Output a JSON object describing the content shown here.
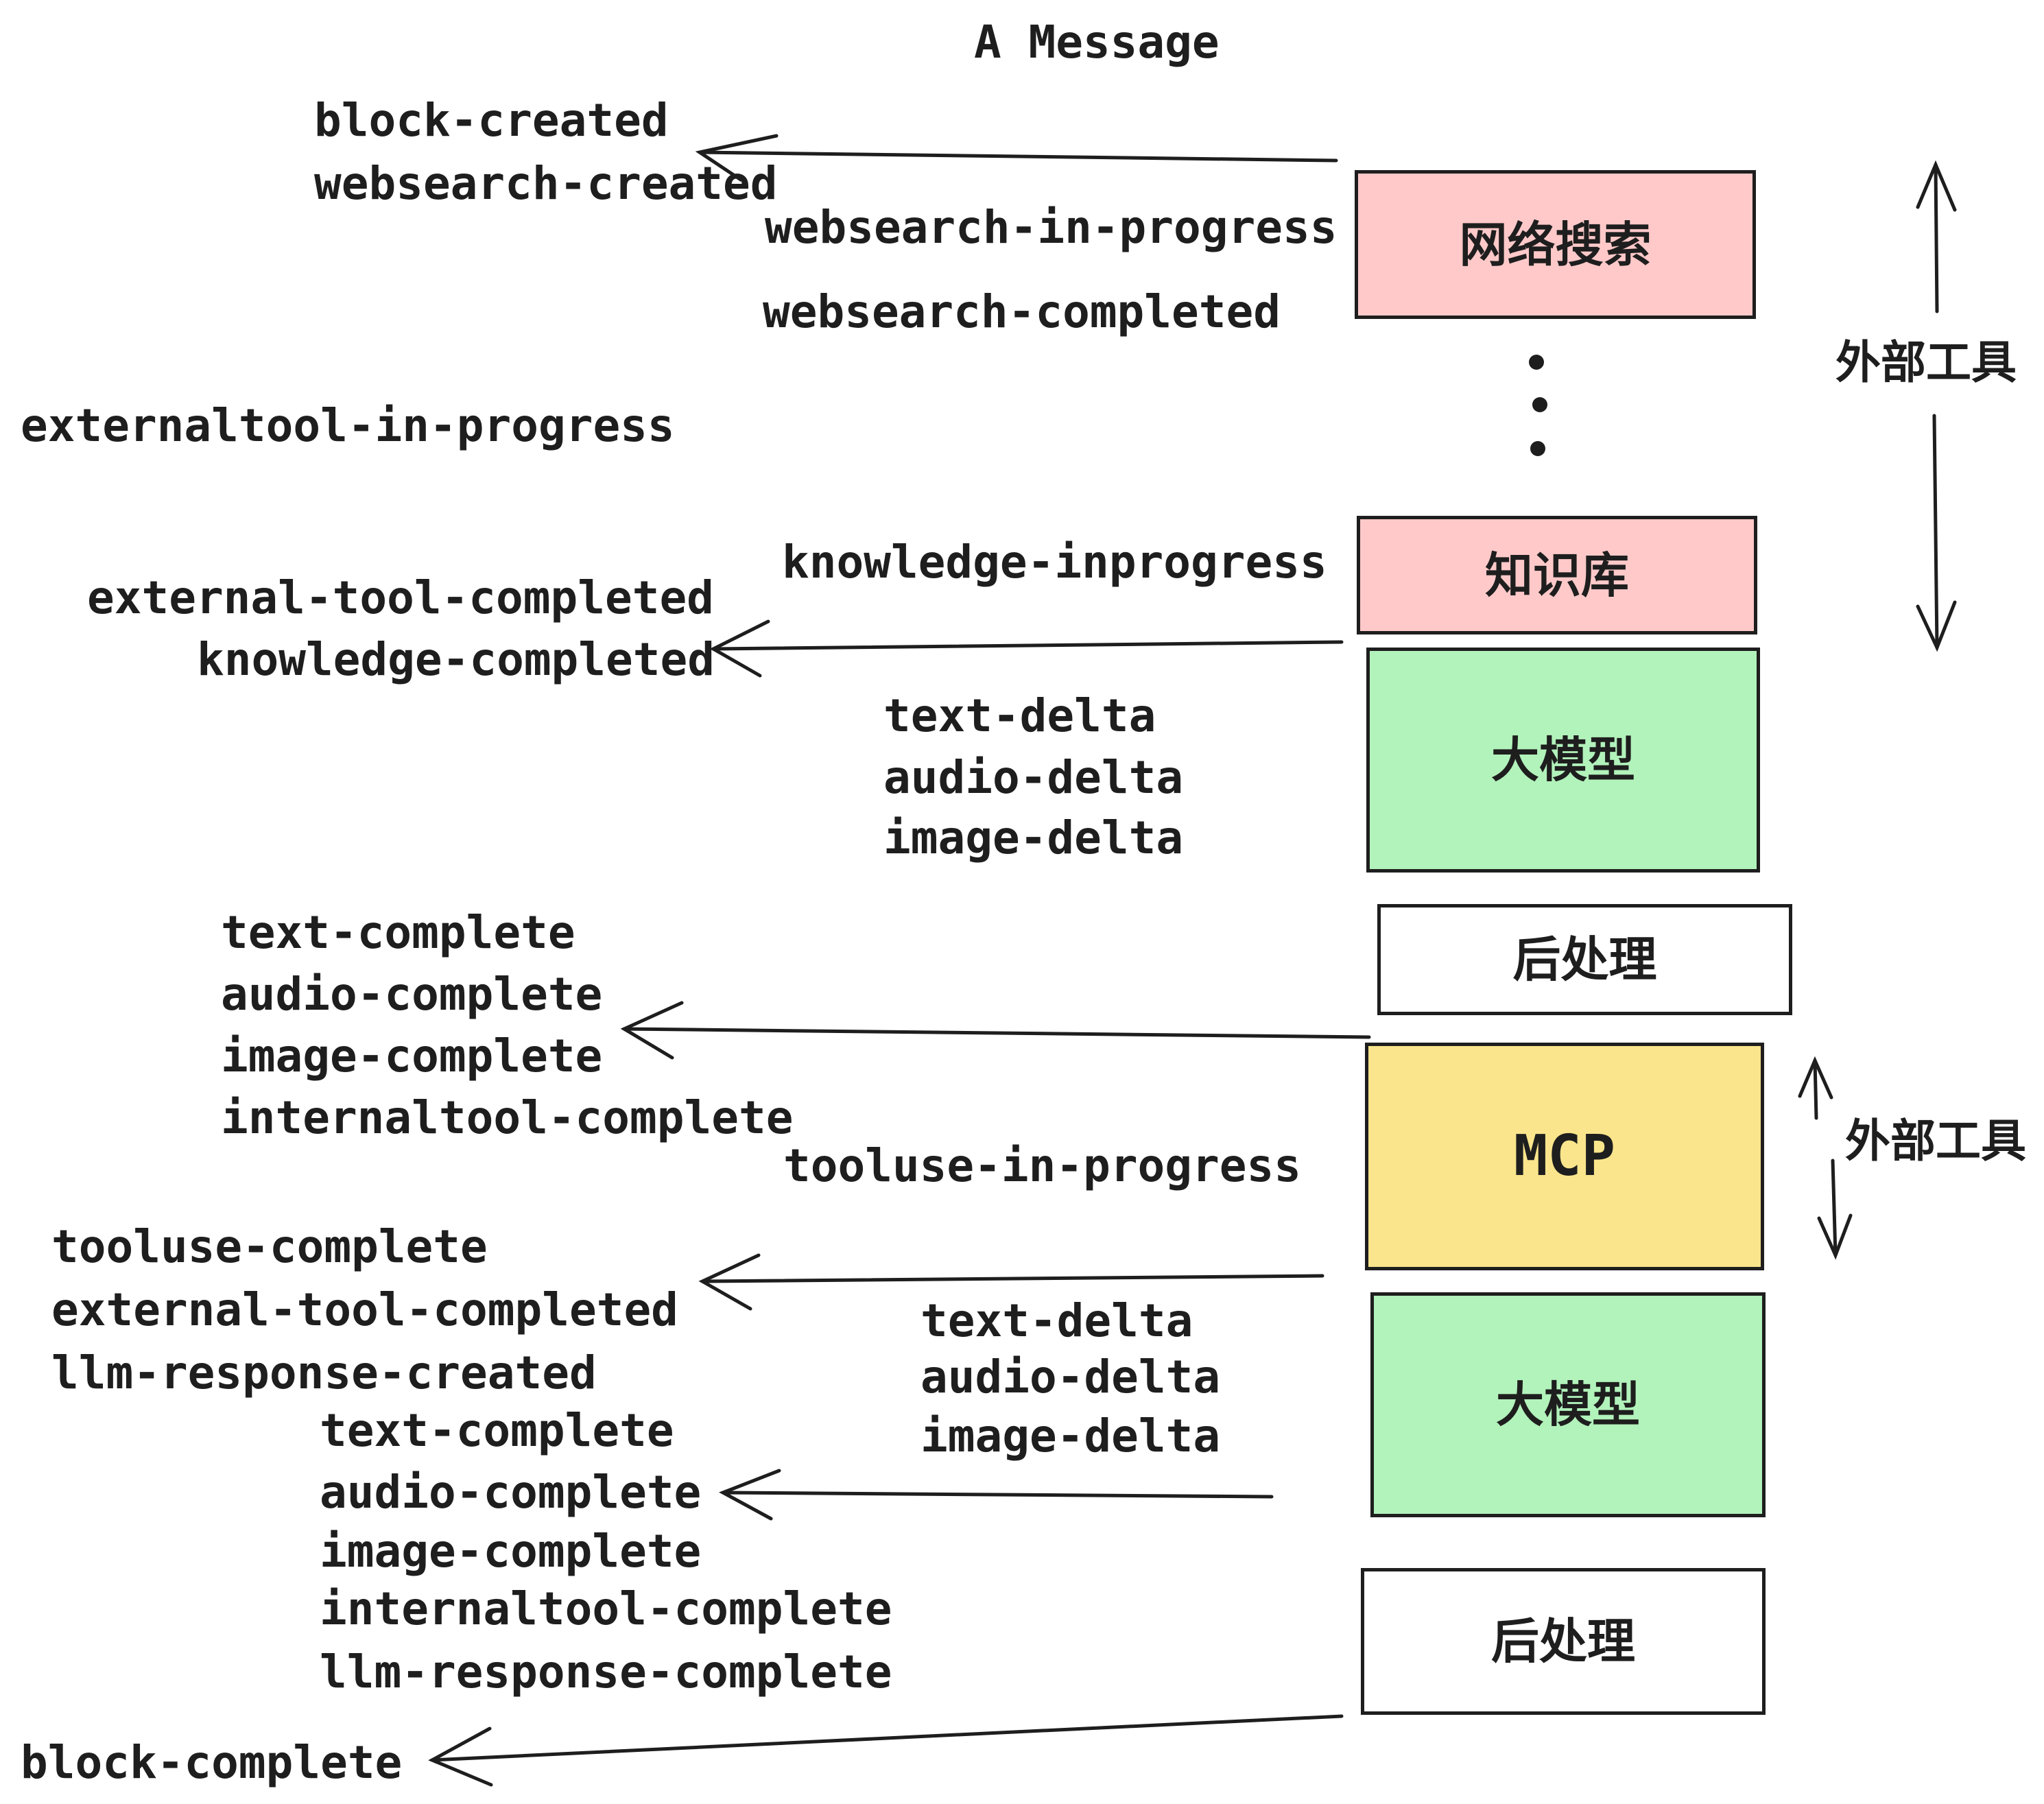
{
  "title": "A Message",
  "colors": {
    "pink": "#ffc9c9",
    "green": "#b2f2bb",
    "yellow": "#fae58c",
    "white": "#ffffff",
    "stroke": "#1e1e1e",
    "text": "#1e1e1e"
  },
  "boxes": {
    "websearch": {
      "label": "网络搜索"
    },
    "knowledge": {
      "label": "知识库"
    },
    "llm1": {
      "label": "大模型"
    },
    "post1": {
      "label": "后处理"
    },
    "mcp": {
      "label": "MCP"
    },
    "llm2": {
      "label": "大模型"
    },
    "post2": {
      "label": "后处理"
    }
  },
  "side_labels": {
    "external_tools_top": "外部工具",
    "external_tools_bottom": "外部工具"
  },
  "events": {
    "block_created": "block-created",
    "websearch_created": "websearch-created",
    "websearch_in_progress": "websearch-in-progress",
    "websearch_completed": "websearch-completed",
    "externaltool_in_progress": "externaltool-in-progress",
    "knowledge_inprogress": "knowledge-inprogress",
    "external_tool_completed_1": "external-tool-completed",
    "knowledge_completed": "knowledge-completed",
    "text_delta_1": "text-delta",
    "audio_delta_1": "audio-delta",
    "image_delta_1": "image-delta",
    "text_complete_1": "text-complete",
    "audio_complete_1": "audio-complete",
    "image_complete_1": "image-complete",
    "internaltool_complete_1": "internaltool-complete",
    "tooluse_in_progress": "tooluse-in-progress",
    "tooluse_complete": "tooluse-complete",
    "external_tool_completed_2": "external-tool-completed",
    "llm_response_created": "llm-response-created",
    "text_delta_2": "text-delta",
    "audio_delta_2": "audio-delta",
    "image_delta_2": "image-delta",
    "text_complete_2": "text-complete",
    "audio_complete_2": "audio-complete",
    "image_complete_2": "image-complete",
    "internaltool_complete_2": "internaltool-complete",
    "llm_response_complete": "llm-response-complete",
    "block_complete": "block-complete"
  }
}
